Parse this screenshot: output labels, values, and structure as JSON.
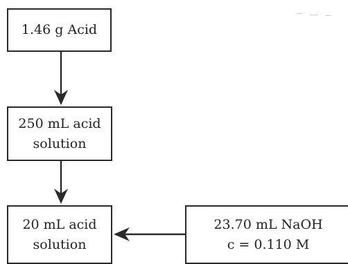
{
  "nodes": [
    {
      "id": "acid-mass",
      "lines": [
        "1.46 g Acid"
      ]
    },
    {
      "id": "acid-solution",
      "lines": [
        "250 mL acid",
        "solution"
      ]
    },
    {
      "id": "acid-aliquot",
      "lines": [
        "20 mL acid",
        "solution"
      ]
    },
    {
      "id": "naoh",
      "lines": [
        "23.70 mL NaOH",
        "c = 0.110 M"
      ]
    }
  ],
  "edges": [
    {
      "from": "acid-mass",
      "to": "acid-solution"
    },
    {
      "from": "acid-solution",
      "to": "acid-aliquot"
    },
    {
      "from": "naoh",
      "to": "acid-aliquot"
    }
  ],
  "colors": {
    "stroke": "#2a2a2a",
    "text": "#222222",
    "background": "#ffffff"
  }
}
